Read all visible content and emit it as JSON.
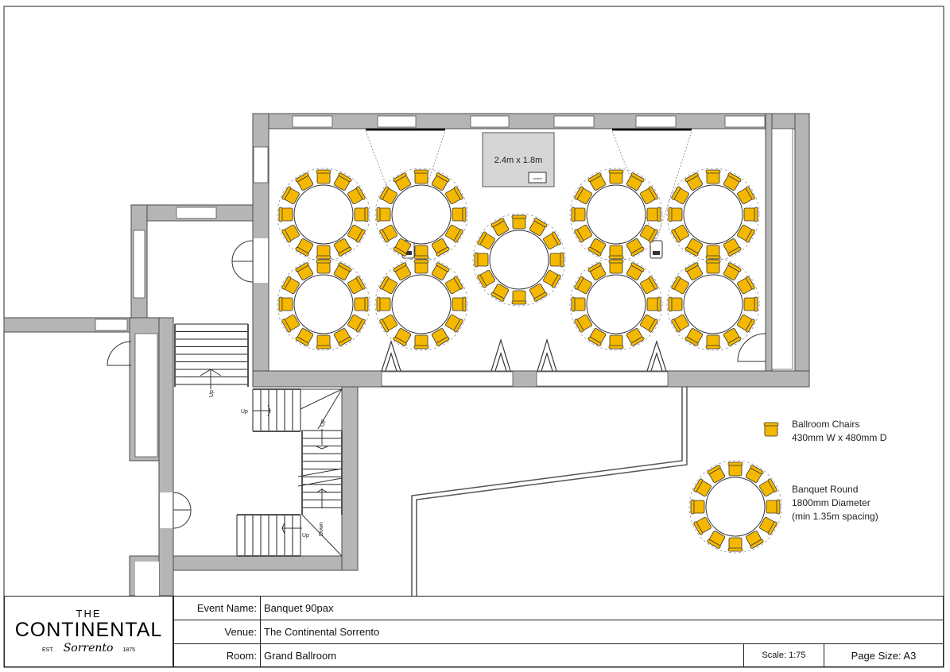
{
  "plan": {
    "screen_label": "2.4m x 1.8m",
    "lectern_label": "Lectern",
    "stair_labels": [
      "Up",
      "Up",
      "Up",
      "Down",
      "Up"
    ]
  },
  "tables": {
    "count": 9,
    "chairs_per_table": 12,
    "chair_color": "#f5b800"
  },
  "legend": {
    "chair_title": "Ballroom Chairs",
    "chair_size": "430mm W x 480mm D",
    "table_title": "Banquet Round",
    "table_size": "1800mm Diameter",
    "table_spacing": "(min 1.35m spacing)"
  },
  "title_block": {
    "logo_the": "THE",
    "logo_name": "CONTINENTAL",
    "logo_est": "EST.",
    "logo_script": "Sorrento",
    "logo_year": "1875",
    "event_name_label": "Event Name:",
    "event_name": "Banquet 90pax",
    "venue_label": "Venue:",
    "venue": "The Continental Sorrento",
    "room_label": "Room:",
    "room": "Grand Ballroom",
    "scale": "Scale:  1:75",
    "page_size": "Page Size: A3"
  }
}
